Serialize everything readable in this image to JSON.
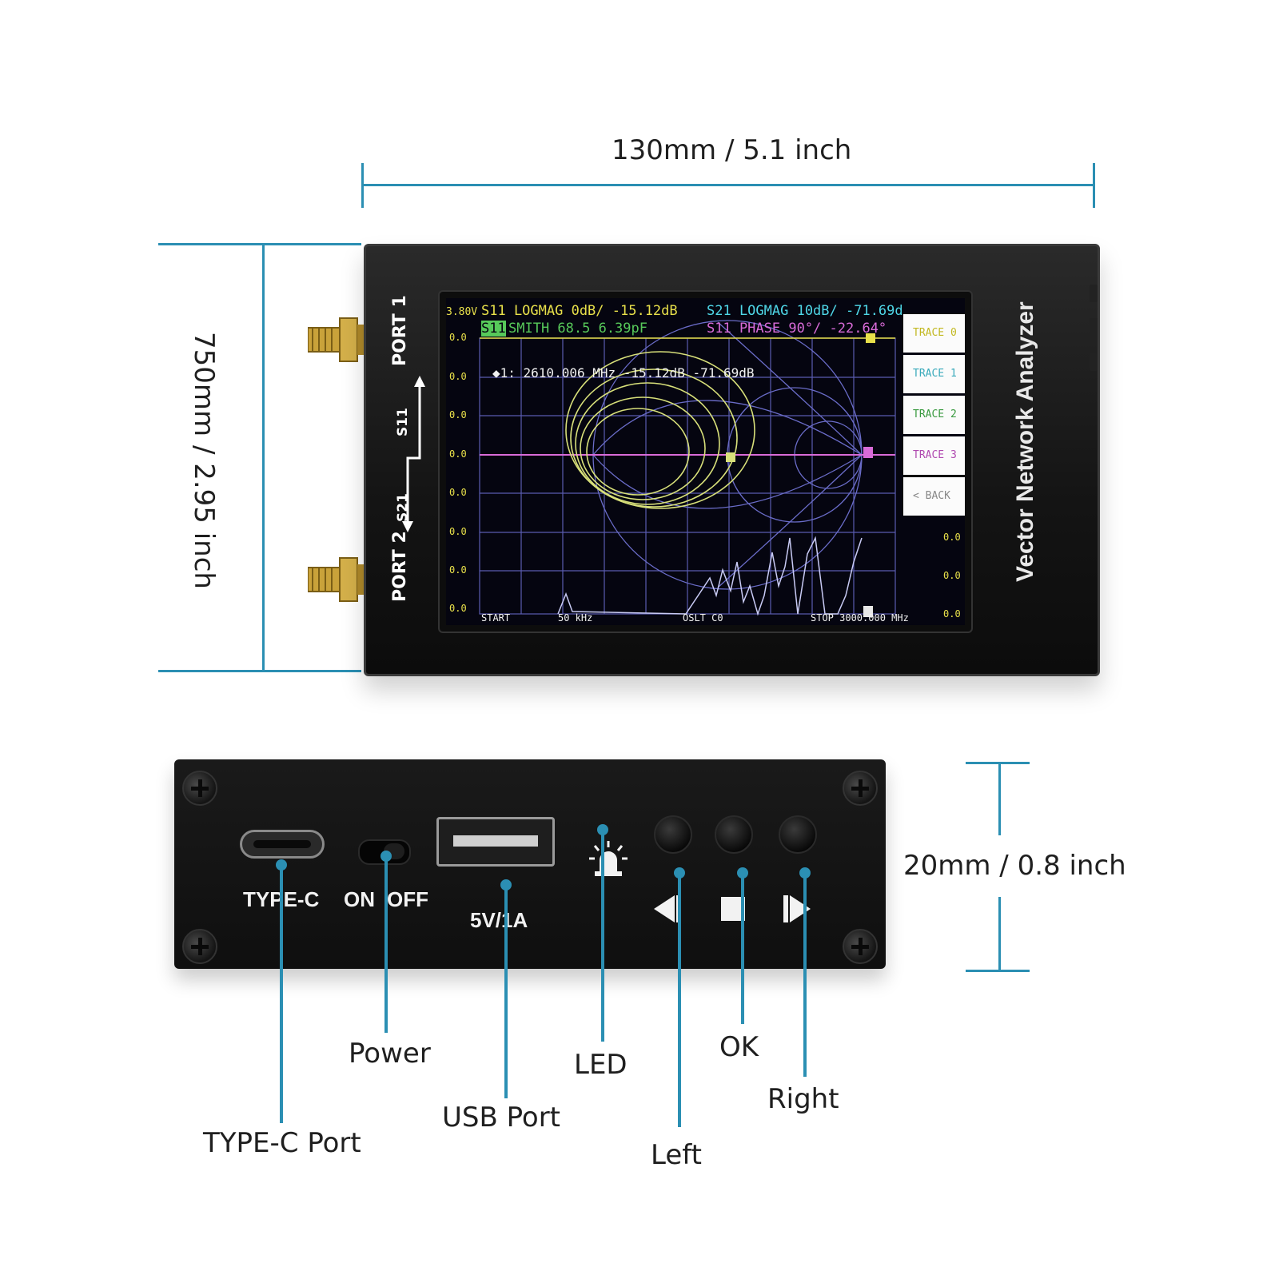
{
  "dimensions": {
    "width_label": "130mm / 5.1 inch",
    "height_label": "750mm / 2.95 inch",
    "depth_label": "20mm / 0.8 inch"
  },
  "device": {
    "brand": "Vector Network Analyzer",
    "port1": "PORT 1",
    "port2": "PORT 2",
    "arrow_s11": "S11",
    "arrow_s21": "S21"
  },
  "screen": {
    "battery": "3.80V",
    "trace1_line": "S11 LOGMAG 0dB/  -15.12dB",
    "trace2_line": "S21 LOGMAG 10dB/ -71.69d",
    "trace3_tag": "S11",
    "trace3_line": " SMITH   68.5  6.39pF",
    "trace4_line": "S11 PHASE 90°/    -22.64°",
    "marker_line": "◆1: 2610.006 MHz -15.12dB  -71.69dB",
    "left_scale": [
      "0.0",
      "0.0",
      "0.0",
      "0.0",
      "0.0",
      "0.0",
      "0.0",
      "0.0"
    ],
    "right_scale": [
      "0.0",
      "0.0",
      "0.0"
    ],
    "start_label": "START",
    "start_freq": "50 kHz",
    "cal_label": "OSLT C0",
    "stop_label": "STOP 3000.000 MHz",
    "menu": [
      "TRACE 0",
      "TRACE 1",
      "TRACE 2",
      "TRACE 3",
      "< BACK"
    ],
    "menu_colors": [
      "#e8e04a",
      "#4fd7e8",
      "#57c95a",
      "#d86bd8",
      "#888888"
    ]
  },
  "panel": {
    "typec": "TYPE-C",
    "on": "ON",
    "off": "OFF",
    "usb": "5V/1A"
  },
  "callouts": {
    "typec_port": "TYPE-C Port",
    "power": "Power",
    "usb_port": "USB Port",
    "led": "LED",
    "ok": "OK",
    "right": "Right",
    "left": "Left"
  },
  "colors": {
    "accent": "#2b8fb3",
    "trace_yellow": "#d8e07a",
    "trace_blue": "#8a8ee0",
    "trace_pink": "#d86bd8",
    "grid": "#5a5cb0"
  }
}
